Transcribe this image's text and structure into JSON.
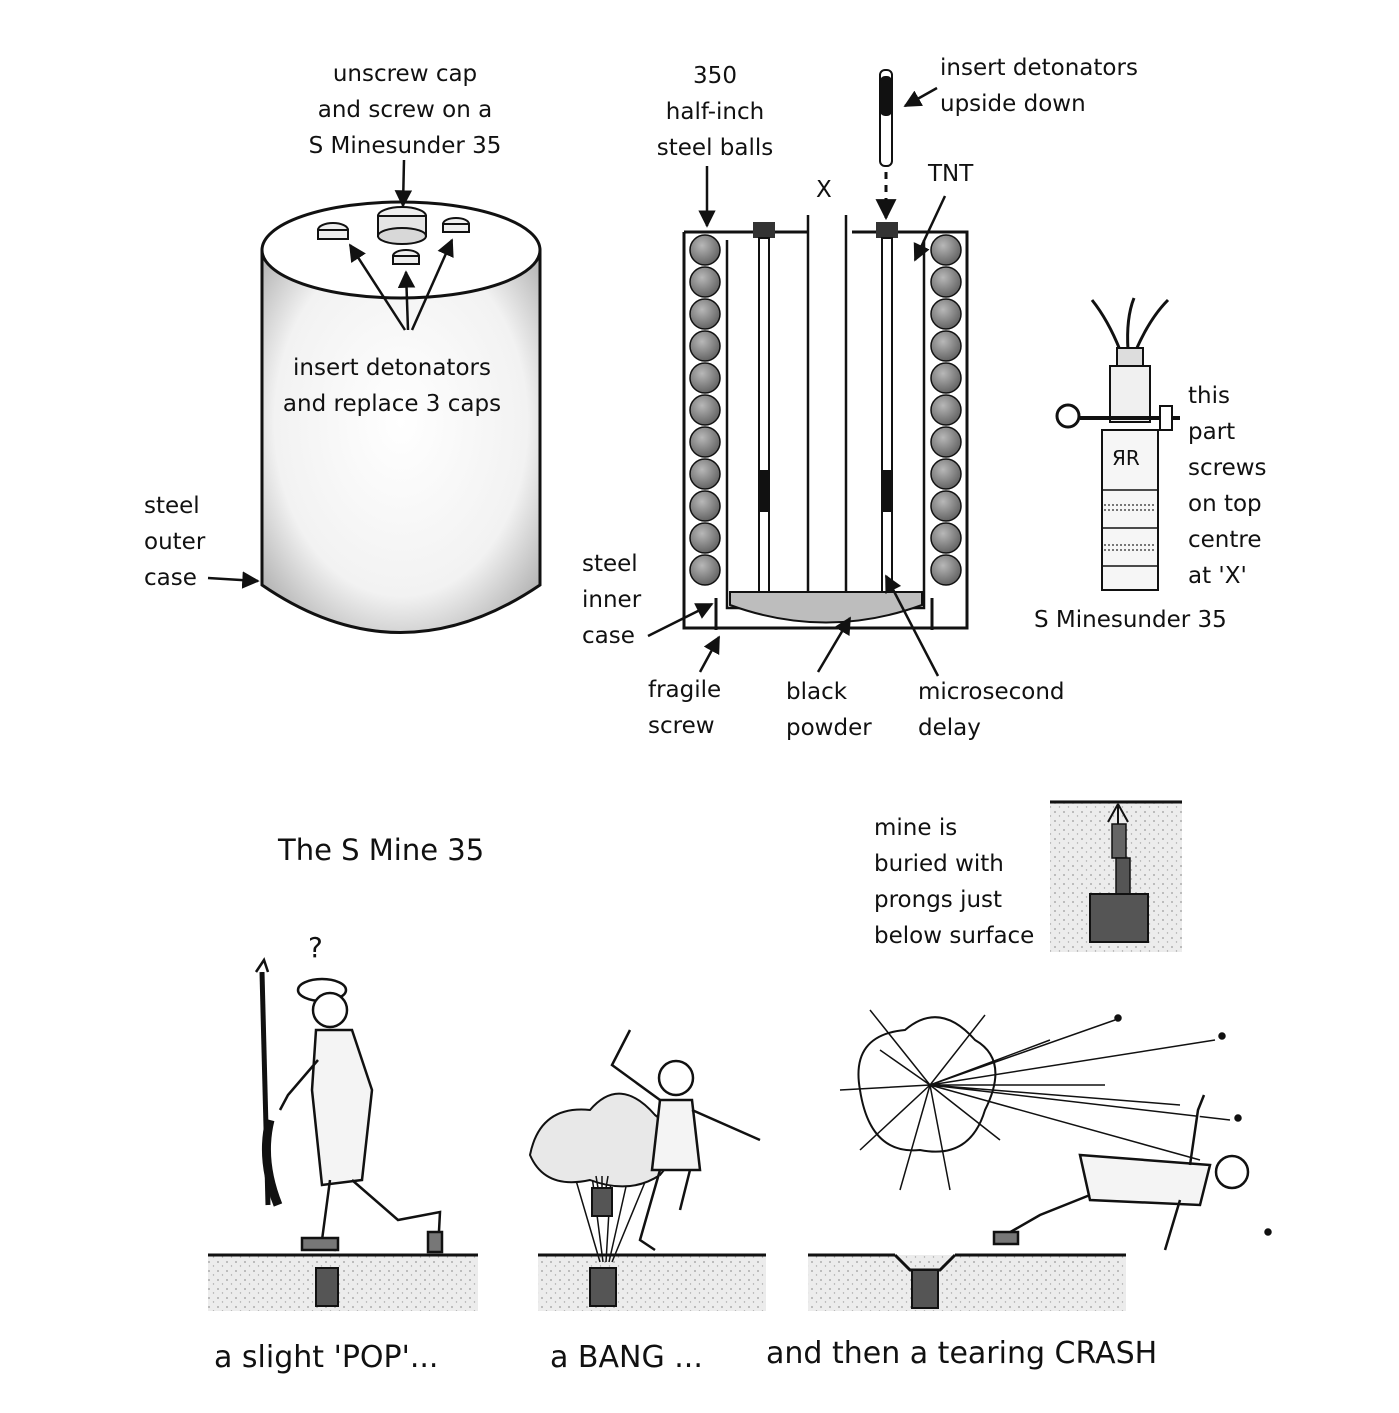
{
  "labels": {
    "unscrew_cap": [
      "unscrew cap",
      "and screw on a",
      "S Minesunder 35"
    ],
    "insert_detonators_caps": [
      "insert detonators",
      "and replace 3 caps"
    ],
    "steel_outer_case": [
      "steel",
      "outer",
      "case"
    ],
    "steel_balls": [
      "350",
      "half-inch",
      "steel balls"
    ],
    "x_marker": "X",
    "insert_upside_down": [
      "insert detonators",
      "upside down"
    ],
    "tnt": "TNT",
    "steel_inner_case": [
      "steel",
      "inner",
      "case"
    ],
    "fragile_screw": [
      "fragile",
      "screw"
    ],
    "black_powder": [
      "black",
      "powder"
    ],
    "microsecond_delay": [
      "microsecond",
      "delay"
    ],
    "this_part_screws": [
      "this",
      "part",
      "screws",
      "on top",
      "centre",
      "at 'X'"
    ],
    "minesunder_caption": "S Minesunder 35",
    "minesunder_mark": "ЯR",
    "buried_note": [
      "mine is",
      "buried with",
      "prongs just",
      "below surface"
    ],
    "question_mark": "?"
  },
  "title": "The S Mine 35",
  "captions": {
    "pop": "a slight 'POP'...",
    "bang": "a BANG ...",
    "crash": "and then a tearing CRASH"
  },
  "colors": {
    "ink": "#111111",
    "ground": "#e6e6e6",
    "ball": "#7a7a7a",
    "mine": "#555555"
  }
}
